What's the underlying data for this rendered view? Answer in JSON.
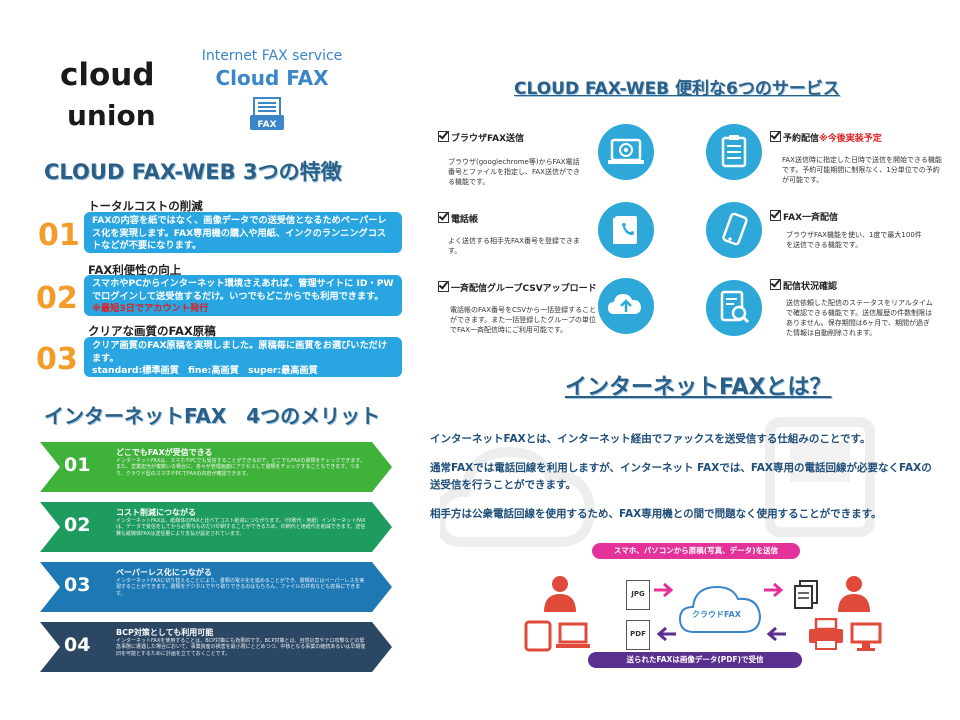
{
  "logo": {
    "line1": "cloud",
    "line2": "union"
  },
  "brand": {
    "subtitle": "Internet FAX service",
    "name": "Cloud FAX",
    "icon_label": "FAX"
  },
  "features": {
    "heading": "CLOUD FAX-WEB  3つの特徴",
    "items": [
      {
        "num": "01",
        "title": "トータルコストの削減",
        "text": "FAXの内容を紙ではなく、画像データでの送受信となるためペーパーレス化を実現します。FAX専用機の購入や用紙、インクのランニングコストなどが不要になります。",
        "note": ""
      },
      {
        "num": "02",
        "title": "FAX利便性の向上",
        "text": "スマホやPCからインターネット環境さえあれば、管理サイトに ID・PWでログインして送受信するだけ。いつでもどこからでも利用できます。",
        "note": "※最短3日でアカウント発行"
      },
      {
        "num": "03",
        "title": "クリアな画質のFAX原稿",
        "text": "クリア画質のFAX原稿を実現しました。原稿毎に画質をお選びいただけます。",
        "note": "standard:標準画質　fine:高画質　super:最高画質"
      }
    ]
  },
  "merits": {
    "heading": "インターネットFAX　4つのメリット",
    "items": [
      {
        "num": "01",
        "color": "#3fb23a",
        "title": "どこでもFAXが受信できる",
        "text": "インターネットFAXは、スマホやPCでも受信することができるので、どこでもFAXの書類をチェックできます。また、営業担当が複数いる場合に、各々が管理画面にアクセスして書類をチェックすることもできます。つまり、クラウド型のスマホやPCでFAXの内容が確認できます。"
      },
      {
        "num": "02",
        "color": "#1e9c5e",
        "title": "コスト削減につながる",
        "text": "インターネットFAXは、紙媒体のFAXと比べてコスト削減につながります。（印刷代・用紙）インターネットFAXは、データで受信をしてから必要なものだけ印刷することができるため、印刷代と用紙代を削減できます。送信費も紙媒体FAXは送信量により支払が設定されています。"
      },
      {
        "num": "03",
        "color": "#1e78b4",
        "title": "ペーパーレス化につながる",
        "text": "インターネットFAXに切り替えることにより、書類の電子化を進めることができ、書類的にはペーパーレスを実現することができます。書類をデジタルでやり取りできるのはもちろん、ファイルの共有なども容易にできます。"
      },
      {
        "num": "04",
        "color": "#2c4764",
        "title": "BCP対策としても利用可能",
        "text": "インターネットFAXを使用することは、BCP対策にも効果的です。BCP対策とは、自然災害やテロ攻撃などの緊急事態に遭遇した場合において、事業資産の損害を最小限にとどめつつ、中核となる事業の継続あるいは早期復旧を可能とするために計画を立てておくことです。"
      }
    ]
  },
  "services": {
    "heading": "CLOUD FAX-WEB  便利な6つのサービス",
    "items": [
      {
        "title": "ブラウザFAX送信",
        "note": "",
        "icon": "chrome-icon",
        "text": "ブラウザ(googlechrome等)からFAX電話番号とファイルを指定し、FAX送信ができる機能です。"
      },
      {
        "title": "予約配信",
        "note": "※今後実装予定",
        "icon": "clipboard-icon",
        "text": "FAX送信時に指定した日時で送信を開始できる機能です。予約可能期間に制限なく、1分単位での予約が可能です。"
      },
      {
        "title": "電話帳",
        "note": "",
        "icon": "phonebook-icon",
        "text": "よく送信する相手先FAX番号を登録できます。"
      },
      {
        "title": "FAX一斉配信",
        "note": "",
        "icon": "smartphone-icon",
        "text": "ブラウザFAX機能を使い、1度で最大100件を送信できる機能です。"
      },
      {
        "title": "一斉配信グループCSVアップロード",
        "note": "",
        "icon": "upload-icon",
        "text": "電話帳のFAX番号をCSVから一括登録することができます。また一括登録したグループの単位でFAX一斉配信時にご利用可能です。"
      },
      {
        "title": "配信状況確認",
        "note": "",
        "icon": "document-search-icon",
        "text": "送信依頼した配信のステータスをリアルタイムで確認できる機能です。送信履歴の件数制限はありません。保存期間は6ヶ月で、期間が過ぎた情報は自動削除されます。"
      }
    ]
  },
  "what": {
    "heading": "インターネットFAXとは？",
    "p1": "インターネットFAXとは、インターネット経由でファックスを送受信する仕組みのことです。",
    "p2": "通常FAXでは電話回線を利用しますが、インターネット FAXでは、FAX専用の電話回線が必要なくFAXの送受信を行うことができます。",
    "p3": "相手方は公衆電話回線を使用するため、FAX専用機との間で問題なく使用することができます。"
  },
  "diagram": {
    "top_label": "スマホ、パソコンから原稿(写真、データ)を送信",
    "bottom_label": "送られたFAXは画像データ(PDF)で受信",
    "cloud_label": "クラウドFAX",
    "doc1": "JPG",
    "doc2": "PDF",
    "colors": {
      "pink": "#e3339b",
      "purple": "#5b2f8f",
      "red": "#e04a3a"
    }
  }
}
